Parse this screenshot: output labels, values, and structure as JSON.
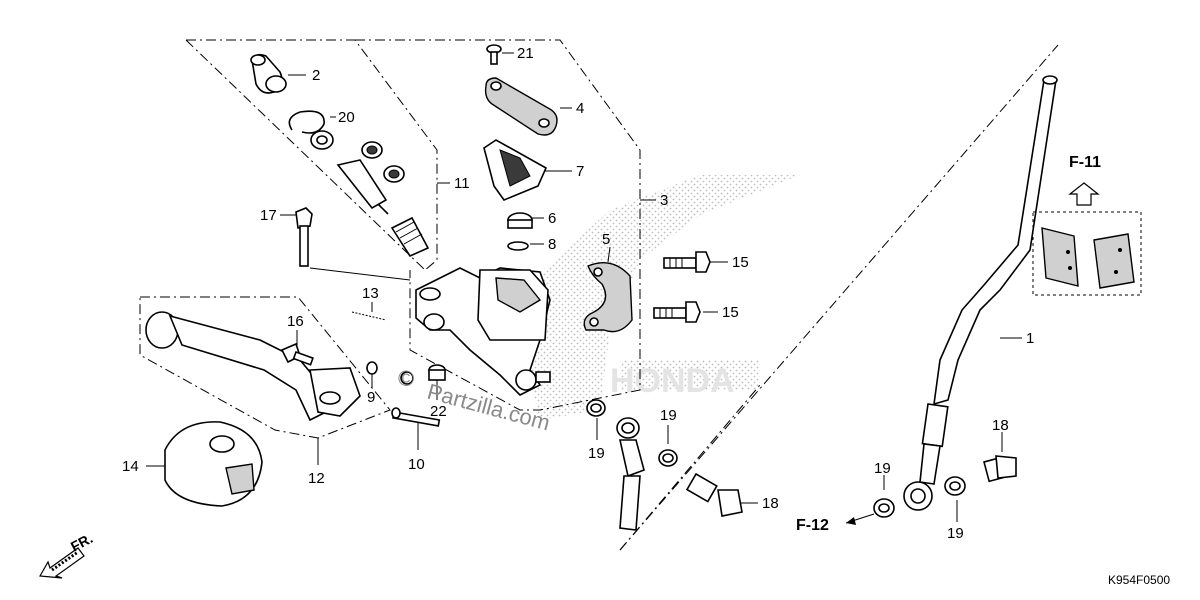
{
  "callouts": {
    "p1": "1",
    "p2": "2",
    "p3": "3",
    "p4": "4",
    "p5": "5",
    "p6": "6",
    "p7": "7",
    "p8": "8",
    "p9": "9",
    "p10": "10",
    "p11": "11",
    "p12": "12",
    "p13": "13",
    "p14": "14",
    "p15a": "15",
    "p15b": "15",
    "p16": "16",
    "p17": "17",
    "p18a": "18",
    "p18b": "18",
    "p19a": "19",
    "p19b": "19",
    "p19c": "19",
    "p19d": "19",
    "p20": "20",
    "p21": "21",
    "p22": "22"
  },
  "refs": {
    "f11": "F-11",
    "f12": "F-12",
    "front": "FR."
  },
  "watermark": {
    "symbol": "©",
    "text": "Partzilla.com"
  },
  "diagram_code": "K954F0500",
  "icons": {
    "up_arrow": "hollow-up-arrow-icon",
    "front_arrow": "front-direction-arrow-icon"
  }
}
